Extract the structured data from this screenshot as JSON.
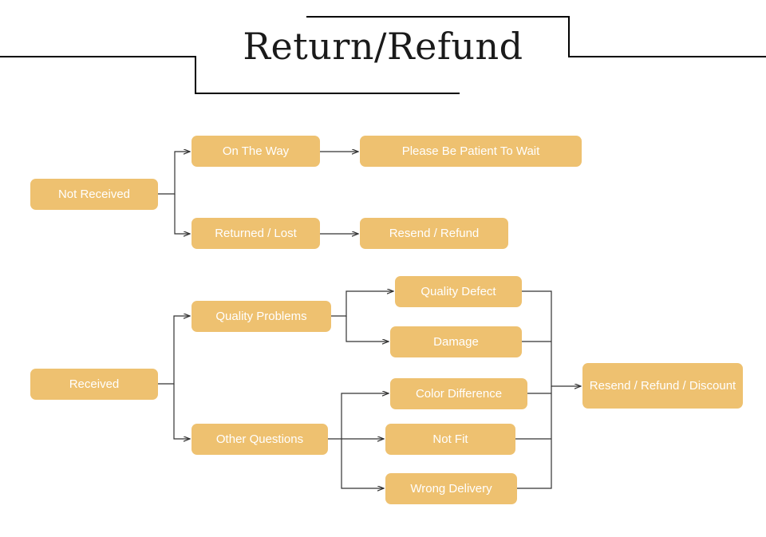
{
  "title": "Return/Refund",
  "theme": {
    "node_fill": "#eec170",
    "node_text": "#ffffff",
    "line": "#333333",
    "title_color": "#1a1a1a",
    "background": "#ffffff"
  },
  "nodes": {
    "not_received": "Not Received",
    "on_the_way": "On The Way",
    "please_wait": "Please Be Patient To Wait",
    "returned_lost": "Returned / Lost",
    "resend_refund": "Resend / Refund",
    "received": "Received",
    "quality_problems": "Quality Problems",
    "quality_defect": "Quality Defect",
    "damage": "Damage",
    "other_questions": "Other Questions",
    "color_difference": "Color Difference",
    "not_fit": "Not Fit",
    "wrong_delivery": "Wrong Delivery",
    "resend_refund_discount": "Resend / Refund / Discount"
  }
}
